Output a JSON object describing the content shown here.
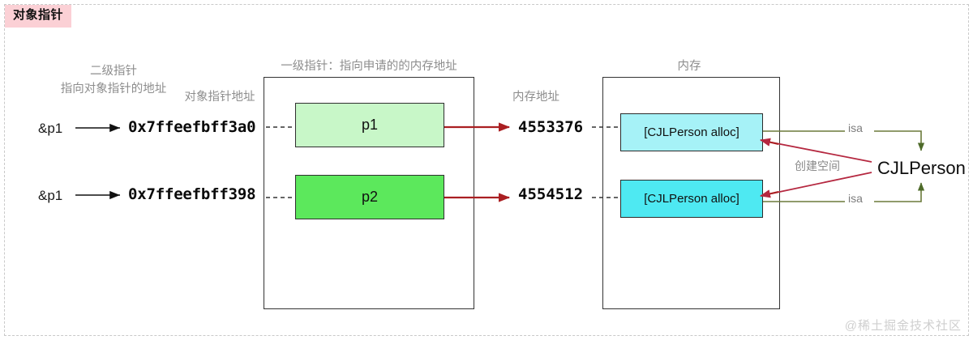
{
  "title_badge": "对象指针",
  "watermark": "@稀土掘金技术社区",
  "captions": {
    "secondary_pointer_line1": "二级指针",
    "secondary_pointer_line2": "指向对象指针的地址",
    "object_pointer_address": "对象指针地址",
    "primary_pointer": "一级指针：指向申请的的内存地址",
    "memory_address": "内存地址",
    "memory": "内存"
  },
  "rows": [
    {
      "pointer_label": "&p1",
      "pointer_address": "0x7ffeefbff3a0",
      "cell_label": "p1",
      "cell_color": "#c8f7c8",
      "memory_address": "4553376",
      "memory_label": "[CJLPerson alloc]",
      "memory_color": "#a6f2f7",
      "isa_label": "isa"
    },
    {
      "pointer_label": "&p1",
      "pointer_address": "0x7ffeefbff398",
      "cell_label": "p2",
      "cell_color": "#5ce85c",
      "memory_address": "4554512",
      "memory_label": "[CJLPerson alloc]",
      "memory_color": "#4ee9f2",
      "isa_label": "isa"
    }
  ],
  "class_name": "CJLPerson",
  "alloc_label": "创建空间",
  "colors": {
    "badge_bg": "#fbd0d5",
    "arrow_red": "#b22222",
    "arrow_pink": "#c94a5e",
    "arrow_olive": "#6b7a3a",
    "dashed_gray": "#333333",
    "caption_gray": "#8d8d8d",
    "frame": "#333333"
  }
}
